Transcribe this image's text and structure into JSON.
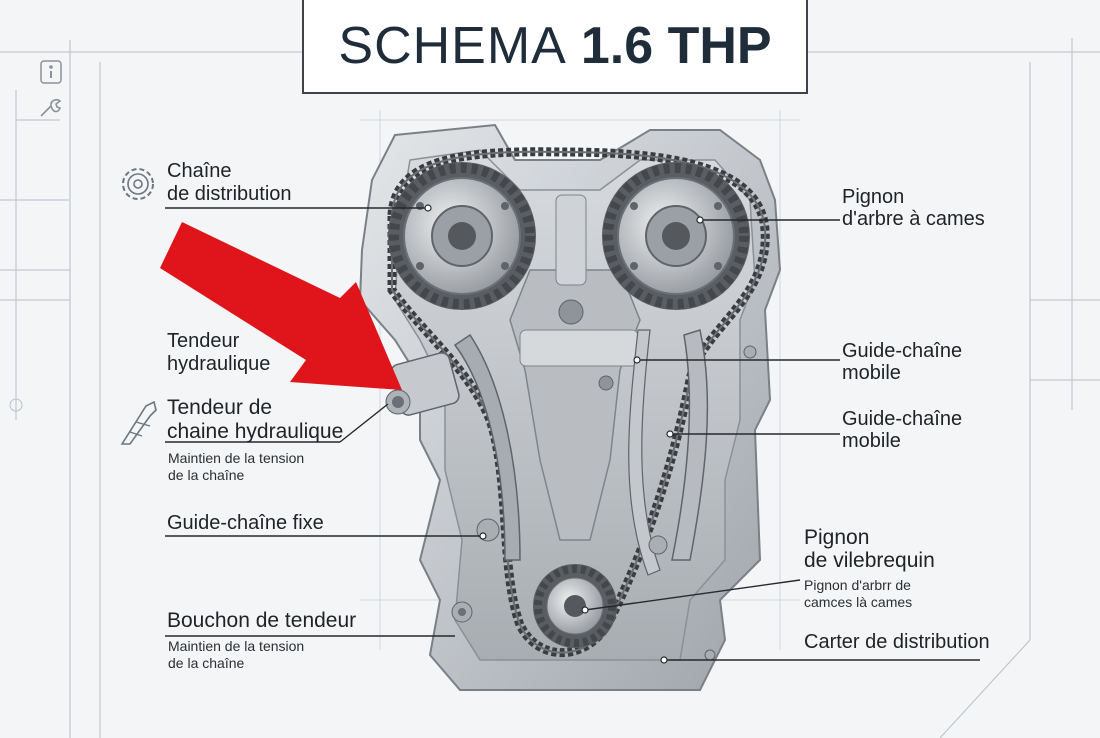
{
  "title": {
    "light": "SCHEMA",
    "bold": "1.6 THP"
  },
  "labels": {
    "chaine": [
      "Chaîne",
      "de distribution"
    ],
    "pignon_cames": [
      "Pignon",
      "d'arbre à cames"
    ],
    "tendeur_hydraulique": [
      "Tendeur",
      "hydraulique"
    ],
    "tendeur_chaine": [
      "Tendeur de",
      "chaine hydraulique"
    ],
    "tendeur_chaine_sub": [
      "Maintien de la tension",
      "de la chaîne"
    ],
    "guide_mobile_1": [
      "Guide-chaîne",
      "mobile"
    ],
    "guide_mobile_2": [
      "Guide-chaîne",
      "mobile"
    ],
    "guide_fixe": "Guide-chaîne fixe",
    "pignon_vilebrequin": [
      "Pignon",
      "de vilebrequin"
    ],
    "pignon_vilebrequin_sub": [
      "Pignon d'arbrr de",
      "camces là cames"
    ],
    "bouchon": "Bouchon de tendeur",
    "bouchon_sub": [
      "Maintien de la tension",
      "de la chaîne"
    ],
    "carter": "Carter de distribution"
  },
  "icons": [
    "gear-icon",
    "info-icon",
    "wrench-icon",
    "caliper-icon"
  ],
  "colors": {
    "arrow": "#e0141b",
    "engine": "#c9ccd0",
    "chain": "#3a3d40",
    "ink": "#1f2226"
  }
}
